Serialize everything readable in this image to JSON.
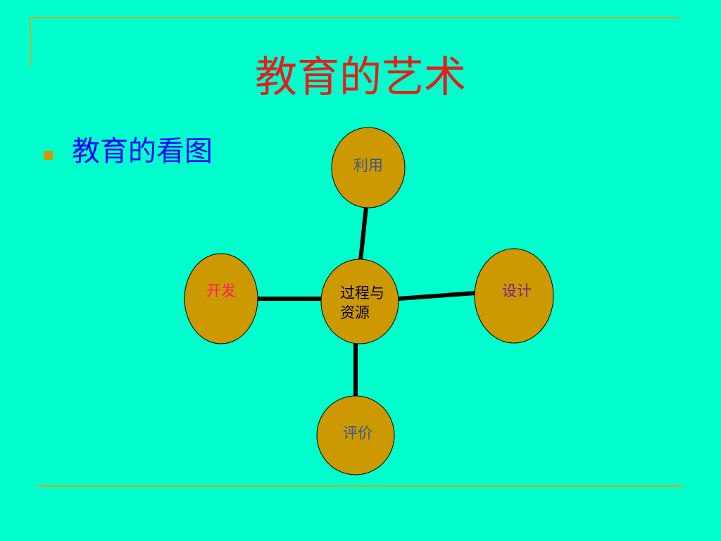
{
  "slide": {
    "title": "教育的艺术",
    "bullet": "教育的看图"
  },
  "diagram": {
    "center": {
      "line1": "过程与",
      "line2": "资源"
    },
    "top": "利用",
    "right": "设计",
    "bottom": "评价",
    "left": "开发"
  },
  "colors": {
    "background": "#00FFCC",
    "frame": "#C8A82A",
    "title": "#E0201C",
    "bullet_marker": "#CC9900",
    "bullet_text": "#0000FF",
    "node_fill": "#CC9900",
    "node_stroke": "#000000",
    "connector": "#000000",
    "center_text": "#000000",
    "top_text": "#3A5A8A",
    "right_text": "#7A1F8C",
    "bottom_text": "#3A5A8A",
    "left_text": "#FF1A66"
  },
  "icons": {
    "bullet": "square-bullet-icon"
  }
}
